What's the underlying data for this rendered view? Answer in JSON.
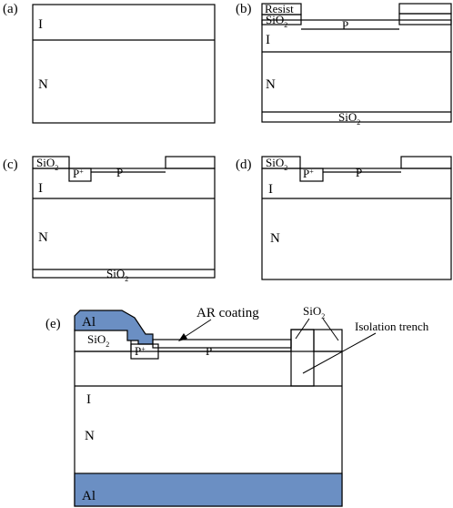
{
  "colors": {
    "metal_fill": "#6b8fc3",
    "line": "#000000",
    "background": "#ffffff"
  },
  "panels": {
    "a": {
      "label": "(a)",
      "layer_i": "I",
      "layer_n": "N"
    },
    "b": {
      "label": "(b)",
      "resist": "Resist",
      "oxide": "SiO",
      "oxide_sub": "2",
      "layer_p": "P",
      "layer_i": "I",
      "layer_n": "N",
      "bottom_oxide": "SiO",
      "bottom_oxide_sub": "2"
    },
    "c": {
      "label": "(c)",
      "oxide": "SiO",
      "oxide_sub": "2",
      "pplus": "P",
      "pplus_sup": "+",
      "layer_p": "P",
      "layer_i": "I",
      "layer_n": "N",
      "bottom_oxide": "SiO",
      "bottom_oxide_sub": "2"
    },
    "d": {
      "label": "(d)",
      "oxide": "SiO",
      "oxide_sub": "2",
      "pplus": "P",
      "pplus_sup": "+",
      "layer_p": "P",
      "layer_i": "I",
      "layer_n": "N"
    },
    "e": {
      "label": "(e)",
      "top_metal": "Al",
      "oxide": "SiO",
      "oxide_sub": "2",
      "pplus": "P",
      "pplus_sup": "+",
      "layer_p": "P",
      "layer_i": "I",
      "layer_n": "N",
      "bottom_metal": "Al",
      "ar_coating": "AR coating",
      "trench_oxide": "SiO",
      "trench_oxide_sub": "2",
      "isolation_trench": "Isolation trench"
    }
  }
}
